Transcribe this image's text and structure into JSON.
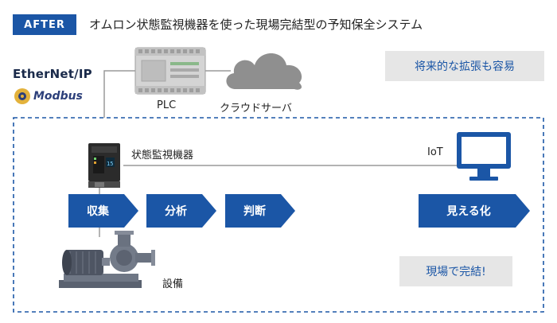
{
  "header": {
    "badge": "AFTER",
    "title": "オムロン状態監視機器を使った現場完結型の予知保全システム"
  },
  "feature_note": "将来的な拡張も容易",
  "result_note": "現場で完結!",
  "protocols": {
    "ethernet_ip": "EtherNet/IP",
    "modbus": "Modbus"
  },
  "nodes": {
    "plc": "PLC",
    "cloud": "クラウドサーバ",
    "monitor_device": "状態監視機器",
    "iot": "IoT",
    "equipment": "設備"
  },
  "process_steps": [
    "収集",
    "分析",
    "判断"
  ],
  "final_step": "見える化",
  "colors": {
    "brand_blue": "#1b56a6",
    "note_gray": "#e6e6e6",
    "line_gray": "#9a9a9a",
    "dashed_border": "#1b56a6"
  }
}
